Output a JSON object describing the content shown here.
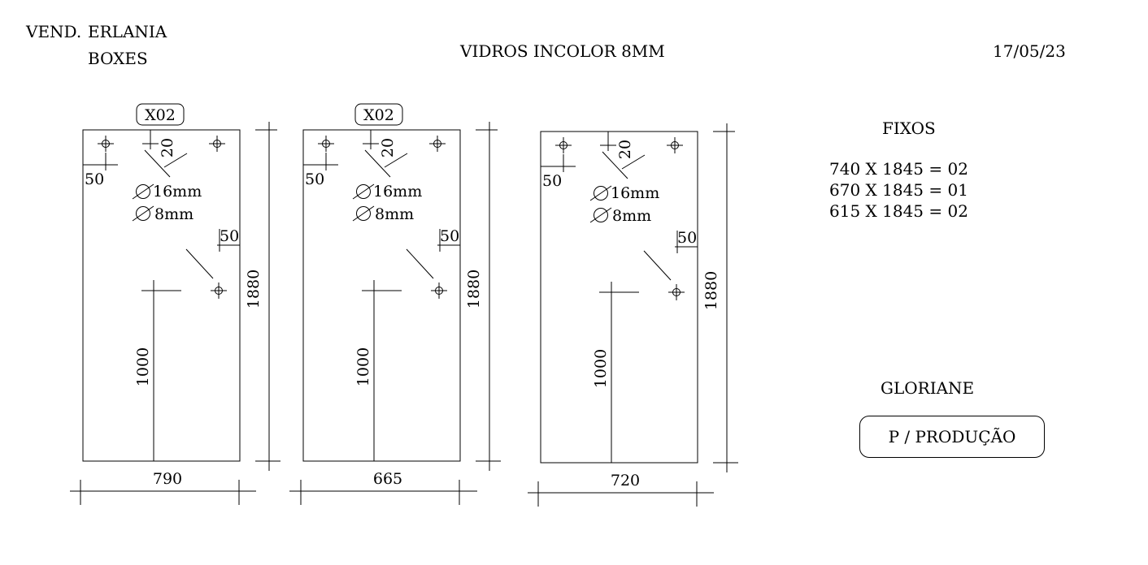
{
  "header": {
    "vend_label": "VEND.",
    "vendor": "ERLANIA",
    "category": "BOXES",
    "title": "VIDROS INCOLOR 8MM",
    "date": "17/05/23"
  },
  "panels": [
    {
      "tag": "X02",
      "width_label": "790",
      "height_label": "1880",
      "handle_height": "1000",
      "top_offset": "20",
      "side_offset": "50",
      "right_offset": "50",
      "hole_large": "16mm",
      "hole_small": "8mm"
    },
    {
      "tag": "X02",
      "width_label": "665",
      "height_label": "1880",
      "handle_height": "1000",
      "top_offset": "20",
      "side_offset": "50",
      "right_offset": "50",
      "hole_large": "16mm",
      "hole_small": "8mm"
    },
    {
      "tag": "",
      "width_label": "720",
      "height_label": "1880",
      "handle_height": "1000",
      "top_offset": "20",
      "side_offset": "50",
      "right_offset": "50",
      "hole_large": "16mm",
      "hole_small": "8mm"
    }
  ],
  "fixos": {
    "title": "FIXOS",
    "items": [
      "740 X 1845 = 02",
      "670 X 1845 = 01",
      "615 X 1845 = 02"
    ]
  },
  "footer": {
    "client": "GLORIANE",
    "stamp": "P / PRODUÇÃO"
  }
}
